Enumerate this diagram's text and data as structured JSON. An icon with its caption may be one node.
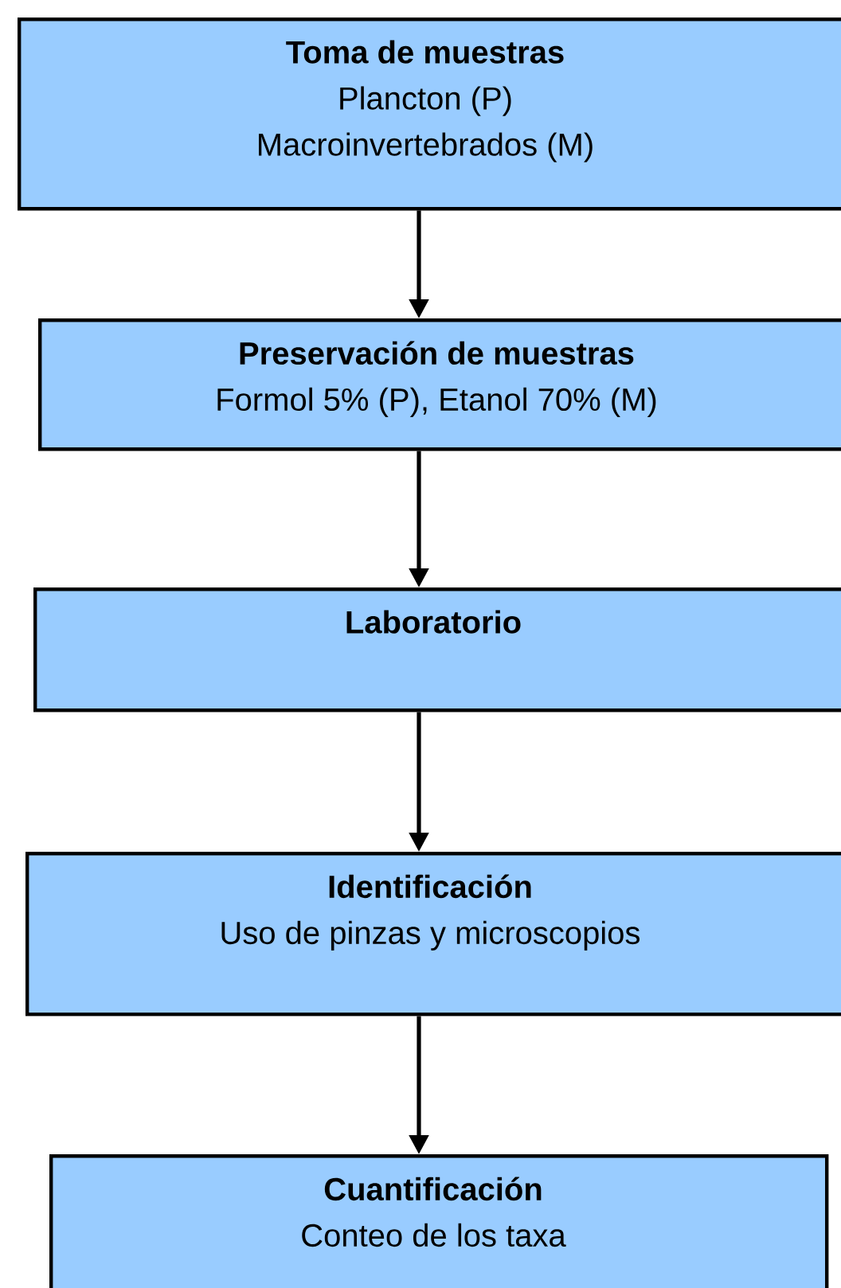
{
  "diagram": {
    "nodes": [
      {
        "text": [
          "Toma de muestras",
          "Plancton (P)",
          "Macroinvertebrados (M)"
        ]
      },
      {
        "text": [
          "Preservación de muestras",
          "Formol 5% (P), Etanol 70% (M)"
        ]
      },
      {
        "text": [
          "Laboratorio"
        ]
      },
      {
        "text": [
          "Identificación",
          "Uso de pinzas y microscopios"
        ]
      },
      {
        "text": [
          "Cuantificación",
          "Conteo de los taxa"
        ]
      }
    ],
    "edges": [
      {
        "from": 0,
        "to": 1,
        "arrow": "to"
      },
      {
        "from": 1,
        "to": 2,
        "arrow": "to"
      },
      {
        "from": 2,
        "to": 3,
        "arrow": "to"
      },
      {
        "from": 3,
        "to": 4,
        "arrow": "to"
      }
    ]
  }
}
